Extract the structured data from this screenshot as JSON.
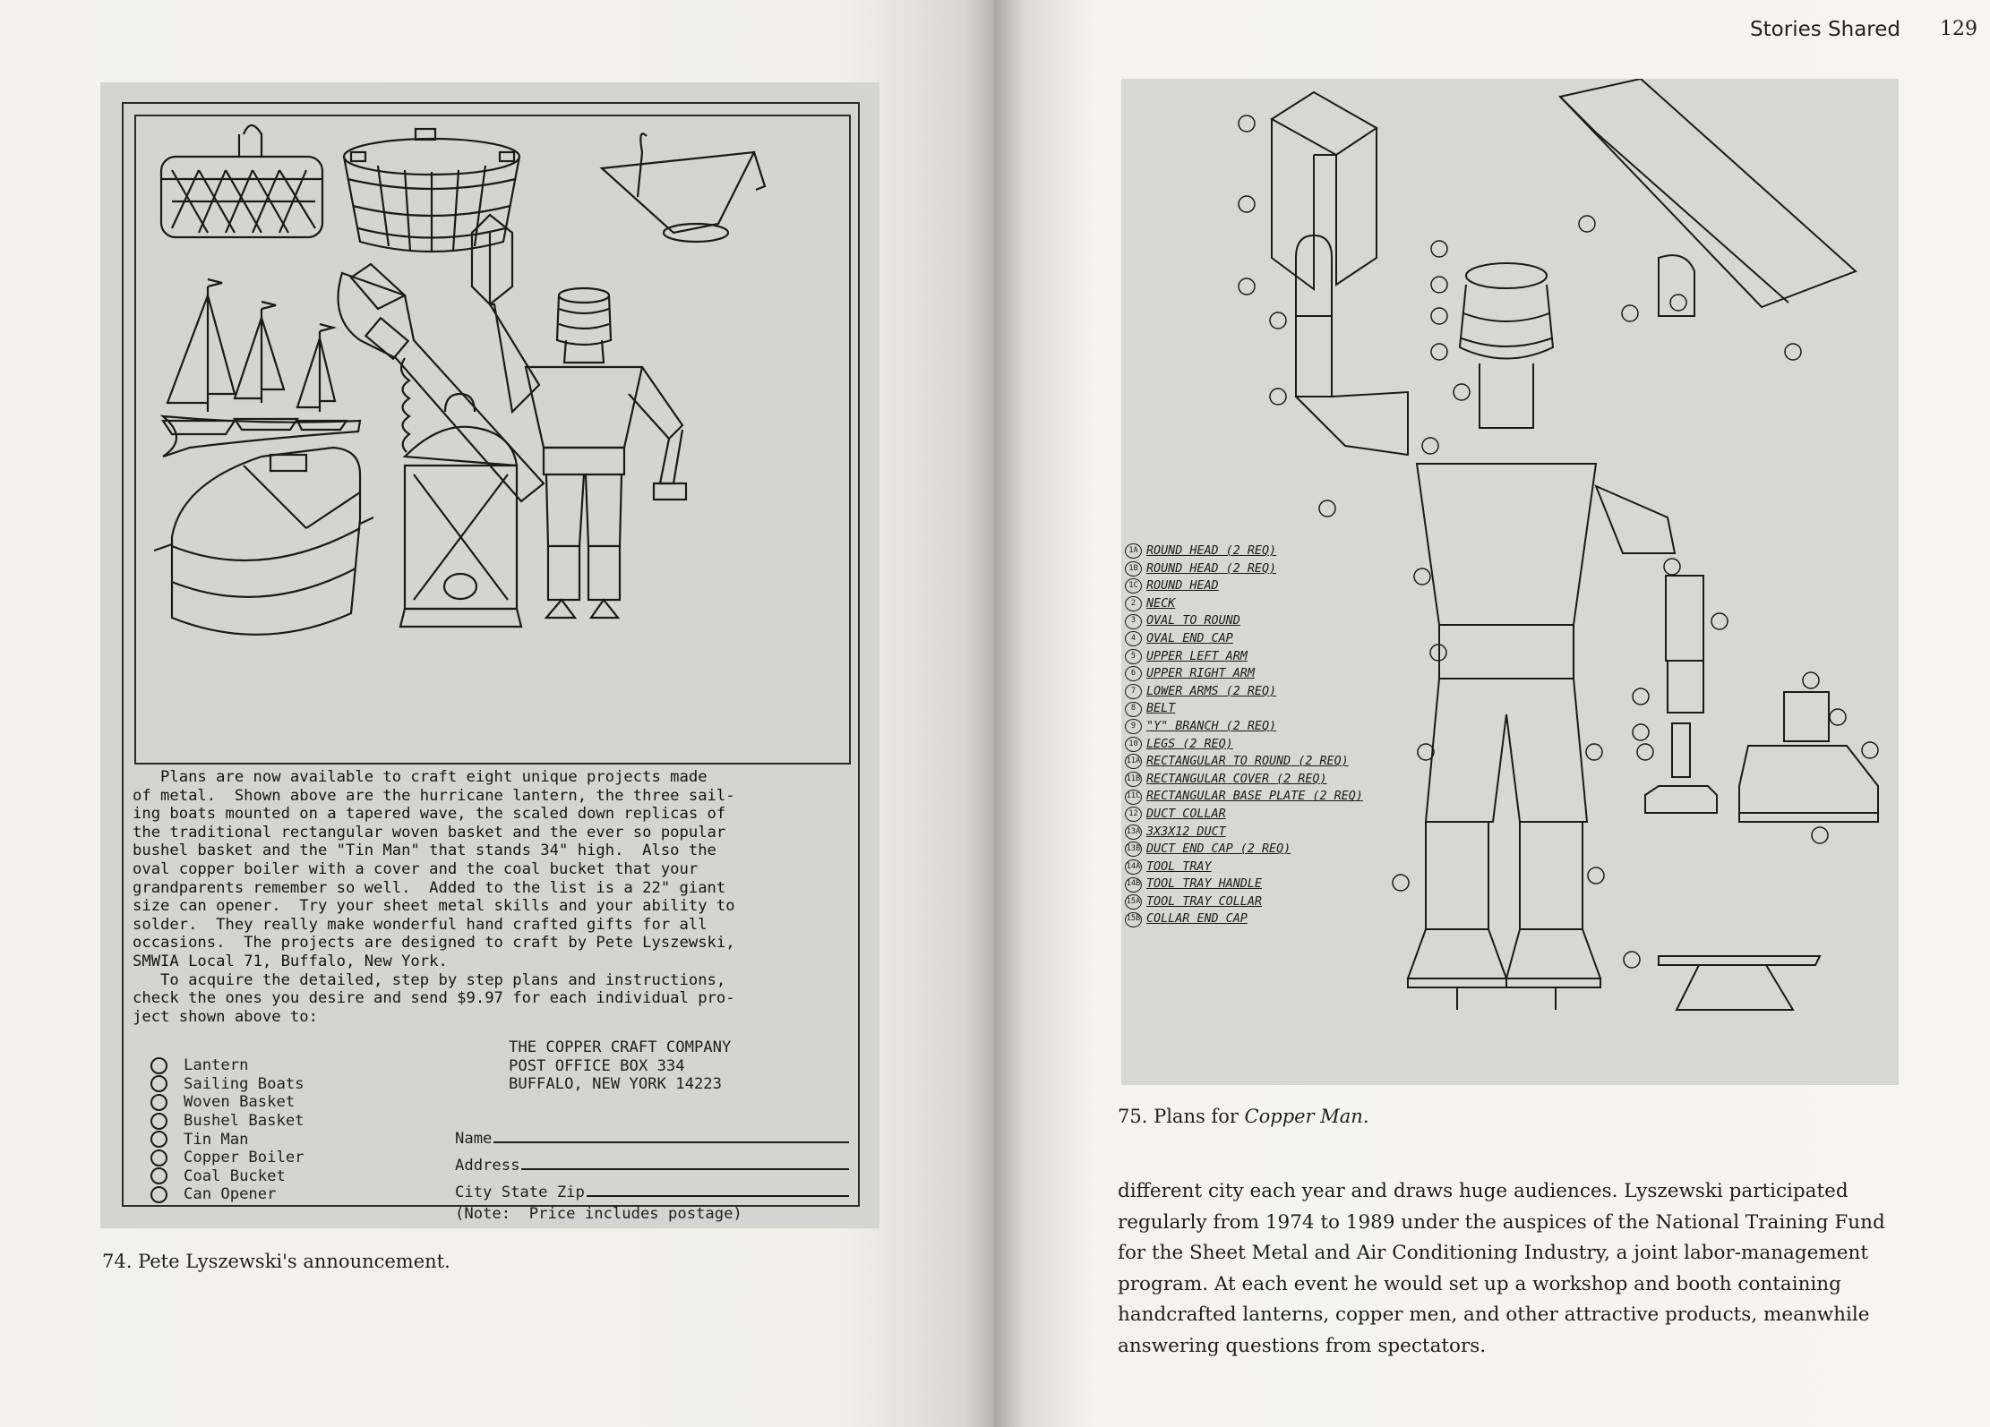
{
  "running_head": "Stories Shared",
  "page_number": "129",
  "left": {
    "ad_paragraph_1": [
      "   Plans are now available to craft eight unique projects made",
      "of metal.  Shown above are the hurricane lantern, the three sail-",
      "ing boats mounted on a tapered wave, the scaled down replicas of",
      "the traditional rectangular woven basket and the ever so popular",
      "bushel basket and the \"Tin Man\" that stands 34\" high.  Also the",
      "oval copper boiler with a cover and the coal bucket that your",
      "grandparents remember so well.  Added to the list is a 22\" giant",
      "size can opener.  Try your sheet metal skills and your ability to",
      "solder.  They really make wonderful hand crafted gifts for all",
      "occasions.  The projects are designed to craft by Pete Lyszewski,",
      "SMWIA Local 71, Buffalo, New York."
    ],
    "ad_paragraph_2": [
      "   To acquire the detailed, step by step plans and instructions,",
      "check the ones you desire and send $9.97 for each individual pro-",
      "ject shown above to:"
    ],
    "company": [
      "THE COPPER CRAFT COMPANY",
      "POST OFFICE BOX 334",
      "BUFFALO, NEW YORK 14223"
    ],
    "options": [
      "Lantern",
      "Sailing Boats",
      "Woven Basket",
      "Bushel Basket",
      "Tin Man",
      "Copper Boiler",
      "Coal Bucket",
      "Can Opener"
    ],
    "form": {
      "name_label": "Name",
      "address_label": "Address",
      "city_label": "City State Zip",
      "note": "(Note:  Price includes postage)"
    },
    "caption": "74. Pete Lyszewski's announcement."
  },
  "right": {
    "parts_list": [
      {
        "num": "1A",
        "label": "ROUND HEAD (2 REQ)"
      },
      {
        "num": "1B",
        "label": "ROUND HEAD (2 REQ)"
      },
      {
        "num": "1C",
        "label": "ROUND HEAD"
      },
      {
        "num": "2",
        "label": "NECK"
      },
      {
        "num": "3",
        "label": "OVAL TO ROUND"
      },
      {
        "num": "4",
        "label": "OVAL END CAP"
      },
      {
        "num": "5",
        "label": "UPPER LEFT ARM"
      },
      {
        "num": "6",
        "label": "UPPER RIGHT ARM"
      },
      {
        "num": "7",
        "label": "LOWER ARMS (2 REQ)"
      },
      {
        "num": "8",
        "label": "BELT"
      },
      {
        "num": "9",
        "label": "\"Y\" BRANCH (2 REQ)"
      },
      {
        "num": "10",
        "label": "LEGS (2 REQ)"
      },
      {
        "num": "11A",
        "label": "RECTANGULAR TO ROUND (2 REQ)"
      },
      {
        "num": "11B",
        "label": "RECTANGULAR COVER (2 REQ)"
      },
      {
        "num": "11C",
        "label": "RECTANGULAR BASE PLATE (2 REQ)"
      },
      {
        "num": "12",
        "label": "DUCT COLLAR"
      },
      {
        "num": "13A",
        "label": "3X3X12 DUCT"
      },
      {
        "num": "13B",
        "label": "DUCT END CAP (2 REQ)"
      },
      {
        "num": "14A",
        "label": "TOOL TRAY"
      },
      {
        "num": "14B",
        "label": "TOOL TRAY HANDLE"
      },
      {
        "num": "15A",
        "label": "TOOL TRAY COLLAR"
      },
      {
        "num": "15B",
        "label": "COLLAR END CAP"
      }
    ],
    "caption_prefix": "75. Plans for ",
    "caption_title": "Copper Man.",
    "body_text": "different city each year and draws huge audiences. Lyszewski participated regularly from 1974 to 1989 under the auspices of the National Training Fund for the Sheet Metal and Air Conditioning Industry, a joint labor-management program. At each event he would set up a workshop and booth containing handcrafted lanterns, copper men, and other attractive products, meanwhile answering questions from spectators."
  }
}
